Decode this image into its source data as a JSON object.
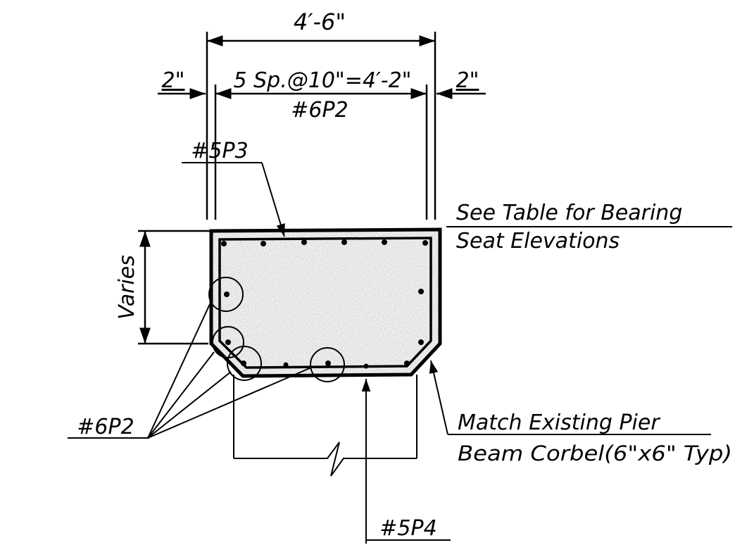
{
  "labels": {
    "overall_width": "4′-6\"",
    "left_cover": "2\"",
    "right_cover": "2\"",
    "spacing_top": "5  Sp.@10\"=4′-2\"",
    "spacing_bottom": "#6P2",
    "bar_5p3": "#5P3",
    "varies": "Varies",
    "see_table_line1": "See Table for Bearing",
    "see_table_line2": "Seat Elevations",
    "bar_6p2": "#6P2",
    "match_line1": "Match Existing Pier",
    "match_line2": "Beam Corbel(6\"x6\" Typ)",
    "bar_5p4": "#5P4"
  },
  "colors": {
    "ink": "#000000",
    "concrete_fill": "#cfcfcf"
  }
}
